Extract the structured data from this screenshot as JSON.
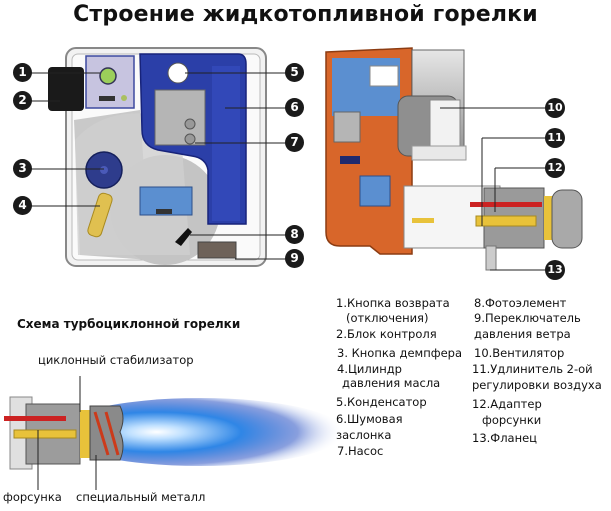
{
  "title": "Строение жидкотопливной горелки",
  "subtitle": "Схема турбоциклонной горелки",
  "callouts": [
    "1",
    "2",
    "3",
    "4",
    "5",
    "6",
    "7",
    "8",
    "9",
    "10",
    "11",
    "12",
    "13"
  ],
  "turbo_labels": {
    "stabilizer": "циклонный стабилизатор",
    "nozzle": "форсунка",
    "metal": "специальный металл"
  },
  "legend_left": [
    "1.Кнопка возврата",
    "(отключения)",
    "2.Блок контроля",
    "3. Кнопка демпфера",
    "4.Цилиндр",
    "давления масла",
    "5.Конденсатор",
    "6.Шумовая",
    "заслонка",
    "7.Насос"
  ],
  "legend_right": [
    "8.Фотоэлемент",
    "9.Переключатель",
    "давления ветра",
    "10.Вентилятор",
    "11.Удлинитель 2-ой",
    "регулировки воздуха",
    "12.Адаптер",
    "форсунки",
    "13.Фланец"
  ],
  "colors": {
    "housing": "#d9d9d9",
    "blue_cover": "#2b3fa8",
    "orange_case": "#d8662a",
    "light_blue": "#5b8fd0",
    "yellow": "#e8c23a",
    "red": "#cc2222",
    "flame": "#2a7fe0"
  }
}
